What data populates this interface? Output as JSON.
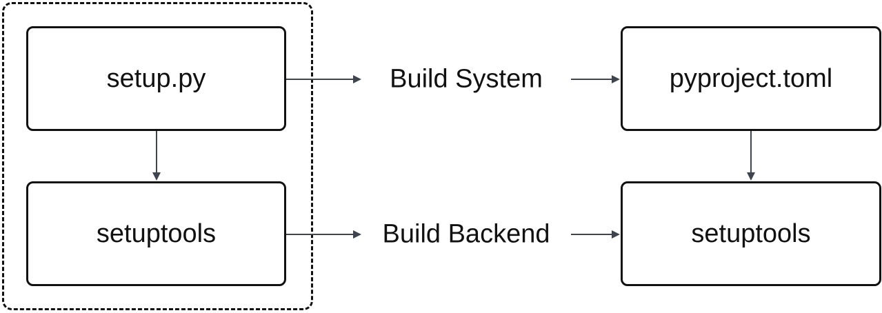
{
  "diagram": {
    "line_color": "#3f4550",
    "border_color": "#111111",
    "nodes": {
      "setup_py": "setup.py",
      "setuptools_left": "setuptools",
      "pyproject_toml": "pyproject.toml",
      "setuptools_right": "setuptools"
    },
    "edge_labels": {
      "build_system": "Build System",
      "build_backend": "Build Backend"
    }
  }
}
